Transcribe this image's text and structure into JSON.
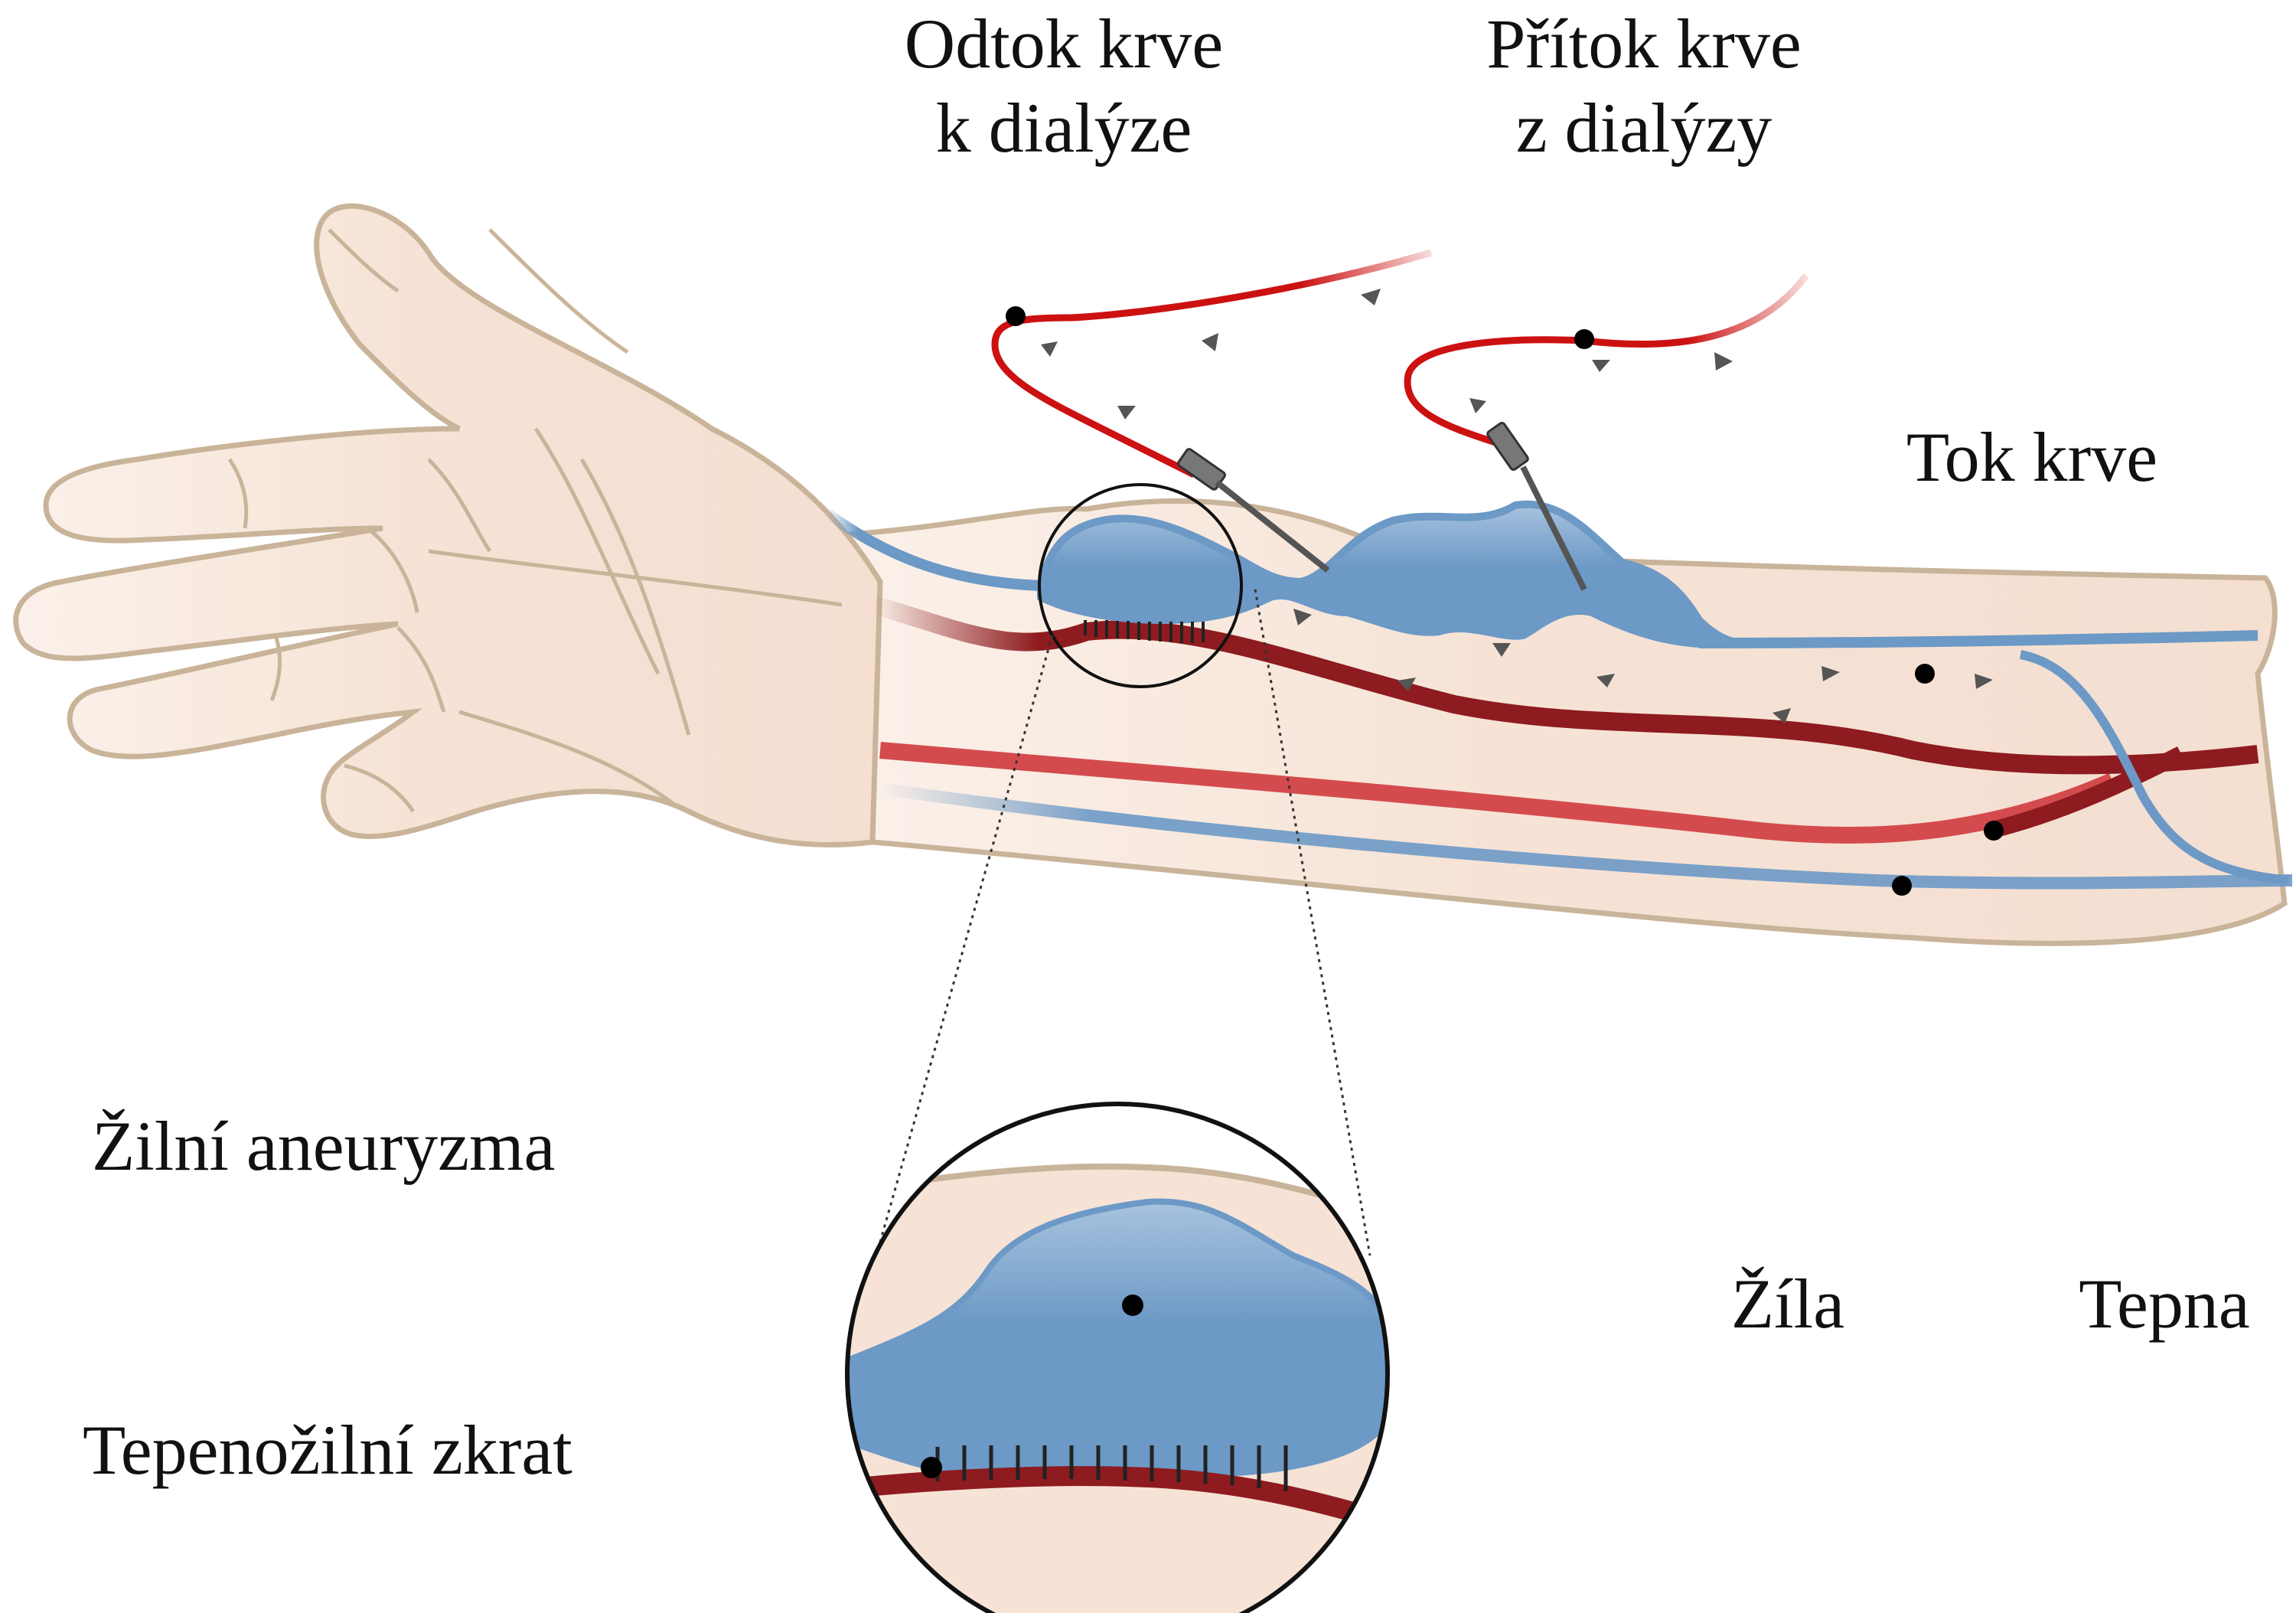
{
  "labels": {
    "outflow_line1": "Odtok krve",
    "outflow_line2": "k dialýze",
    "inflow_line1": "Přítok krve",
    "inflow_line2": "z dialýzy",
    "blood_flow": "Tok krve",
    "venous_aneurysm": "Žilní aneuryzma",
    "av_fistula": "Tepenožilní zkrat",
    "vein": "Žíla",
    "artery": "Tepna"
  },
  "colors": {
    "skin": "#f6e3d6",
    "skin_outline": "#c9b49a",
    "vein": "#6c99c6",
    "vein_light": "#8fb6dd",
    "artery_dark": "#8e1b1f",
    "artery": "#d44b4e",
    "tube": "#cc1111",
    "marker": "#000000"
  }
}
